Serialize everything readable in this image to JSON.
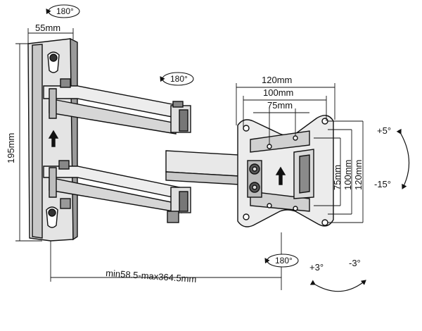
{
  "dimensions": {
    "wall_plate_width": "55mm",
    "wall_plate_height": "195mm",
    "vesa_outer": "120mm",
    "vesa_mid": "100mm",
    "vesa_inner": "75mm",
    "vesa_v_inner": "75mm",
    "vesa_v_mid": "100mm",
    "vesa_v_outer": "120mm",
    "extension": "min58.5-max364.5mm"
  },
  "rotations": {
    "top_swivel": "180°",
    "middle_swivel": "180°",
    "bottom_swivel": "180°"
  },
  "tilt": {
    "up": "+5°",
    "down": "-15°"
  },
  "level": {
    "plus": "+3°",
    "minus": "-3°"
  },
  "colors": {
    "line": "#111111",
    "arm_fill": "#e6e6e6",
    "plate_fill": "#d9d9d9",
    "dark_fill": "#555555"
  }
}
